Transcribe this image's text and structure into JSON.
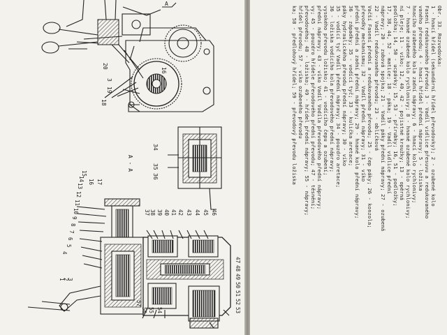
{
  "figure": {
    "section_label": "A - A",
    "callout_top": "A",
    "callouts_upper": [
      "18",
      "3",
      "19",
      "20"
    ],
    "callouts_gear_top": [
      "16"
    ],
    "callouts_left_column": [
      "1",
      "2",
      "3",
      "4",
      "5",
      "6",
      "7",
      "8",
      "9",
      "10",
      "11",
      "12",
      "13",
      "14",
      "15",
      "16",
      "17"
    ],
    "callouts_center_top": [
      "37",
      "38",
      "39",
      "40",
      "41",
      "42",
      "43",
      "44",
      "45",
      "46"
    ],
    "callouts_bottom": [
      "57",
      "56",
      "55",
      "54",
      "53",
      "52",
      "51",
      "50",
      "49",
      "48",
      "47"
    ],
    "callouts_section": [
      "34",
      "35",
      "36"
    ]
  },
  "caption": {
    "lines": [
      "Obr. 33. Rozvodovka:",
      "1 - hnací hřídel (sekundární hřídel převodovky); 2 - ozubené kolo",
      "Fasení redukovaného převodu; 3 - Vadíl vidlice přesuvu a redukovaného",
      "vaného převodu; 4 - hnací hřídel přední nápravy; 5 - ložiska",
      "hnacího ozubeného kola zadní nápravy; 6 - hnací kolo rychlonivy;",
      "7 - hnané ozubené kolo rychlonivy; 8 - hnané ozubené kolo rychlonivy;",
      "ní pleje; 11 - víko; 12, 40, 42 - pojistné kroužky; 13 - opěrná",
      "podložka; 14, 50 - ucpávky; 15, 53 - přírubky; 16, 51 - podložky;",
      "17, 38, 44, 52 - matice; 18 - páka; 19 - Vadíl vidlice přední",
      "nápravy; 20 - zubová spojka; 21 - Vadíl páky přední nápravy; 27 - ozubená",
      "22 - Vadíl redukovaného převodu; 23 - oblíčková",
      "Vačší Fasení přední a redukovaného převodu; 25 - čep páky; 26 - konzola;",
      "převodky mechanismu; 32 - Vadíl přední nápravy; 31 - víko",
      "přední přední a zadní přední nápravy; 29 - hnané kolo přední nápravy;",
      "36 - západky; 35 - vodící tyč; 33 - kulička aretace;",
      "páky hydraulického převodu přední nápravy; 30 - víko",
      "35 - vodící tyč Vadíl přední nápravy; 34 - pouzdro aretace;",
      "36 - ložiska vodícího kola převodového přední nápravy;",
      "vysokého převodu ložisko; 41 - vodícího čepu a ozubení;",
      "přední nápravy; 43 - víko Vadíl Vodíla převodového přední nápravy;",
      "vy; 45 - pouzdro hřídele převodového přední převodu; 47 - těsnění;",
      "převodového; 48 - ložisko; 49 - hřídel přední nápravy; 55 - nápravy;",
      "hřídel převodu; 57 - víko ozubeného převodu",
      "ka; 58 - předlohový hřídel; 59 - převodový převodu ložiska"
    ]
  }
}
